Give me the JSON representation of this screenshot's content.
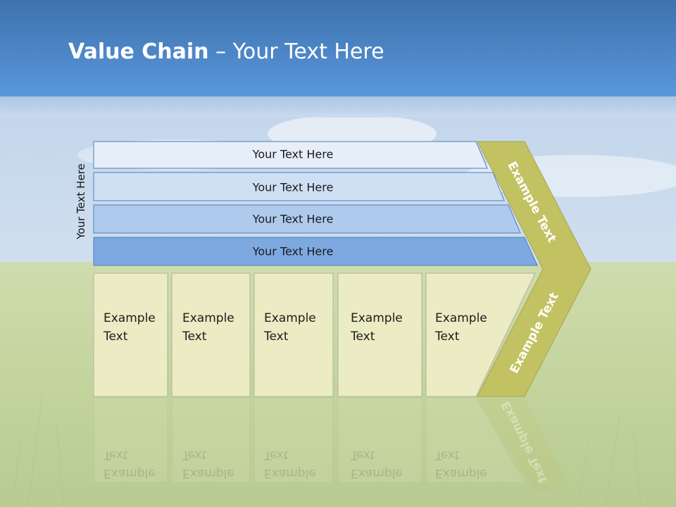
{
  "slide": {
    "title_bold": "Value Chain",
    "title_rest": " – Your Text Here",
    "side_label": "Your Text Here"
  },
  "rows": [
    {
      "label": "Your Text Here",
      "color": "#e6eef9"
    },
    {
      "label": "Your Text Here",
      "color": "#cfe0f5"
    },
    {
      "label": "Your Text Here",
      "color": "#aecbee"
    },
    {
      "label": "Your Text Here",
      "color": "#7ea9e0"
    }
  ],
  "columns": [
    {
      "line1": "Example",
      "line2": "Text"
    },
    {
      "line1": "Example",
      "line2": "Text"
    },
    {
      "line1": "Example",
      "line2": "Text"
    },
    {
      "line1": "Example",
      "line2": "Text"
    },
    {
      "line1": "Example",
      "line2": "Text"
    }
  ],
  "chevron": {
    "upper_label": "Example Text",
    "lower_label": "Example Text",
    "color": "#c3c262"
  },
  "colors": {
    "column_fill": "#ebebc4",
    "column_border": "#b3b39a",
    "row_border": "#4f7fba"
  }
}
